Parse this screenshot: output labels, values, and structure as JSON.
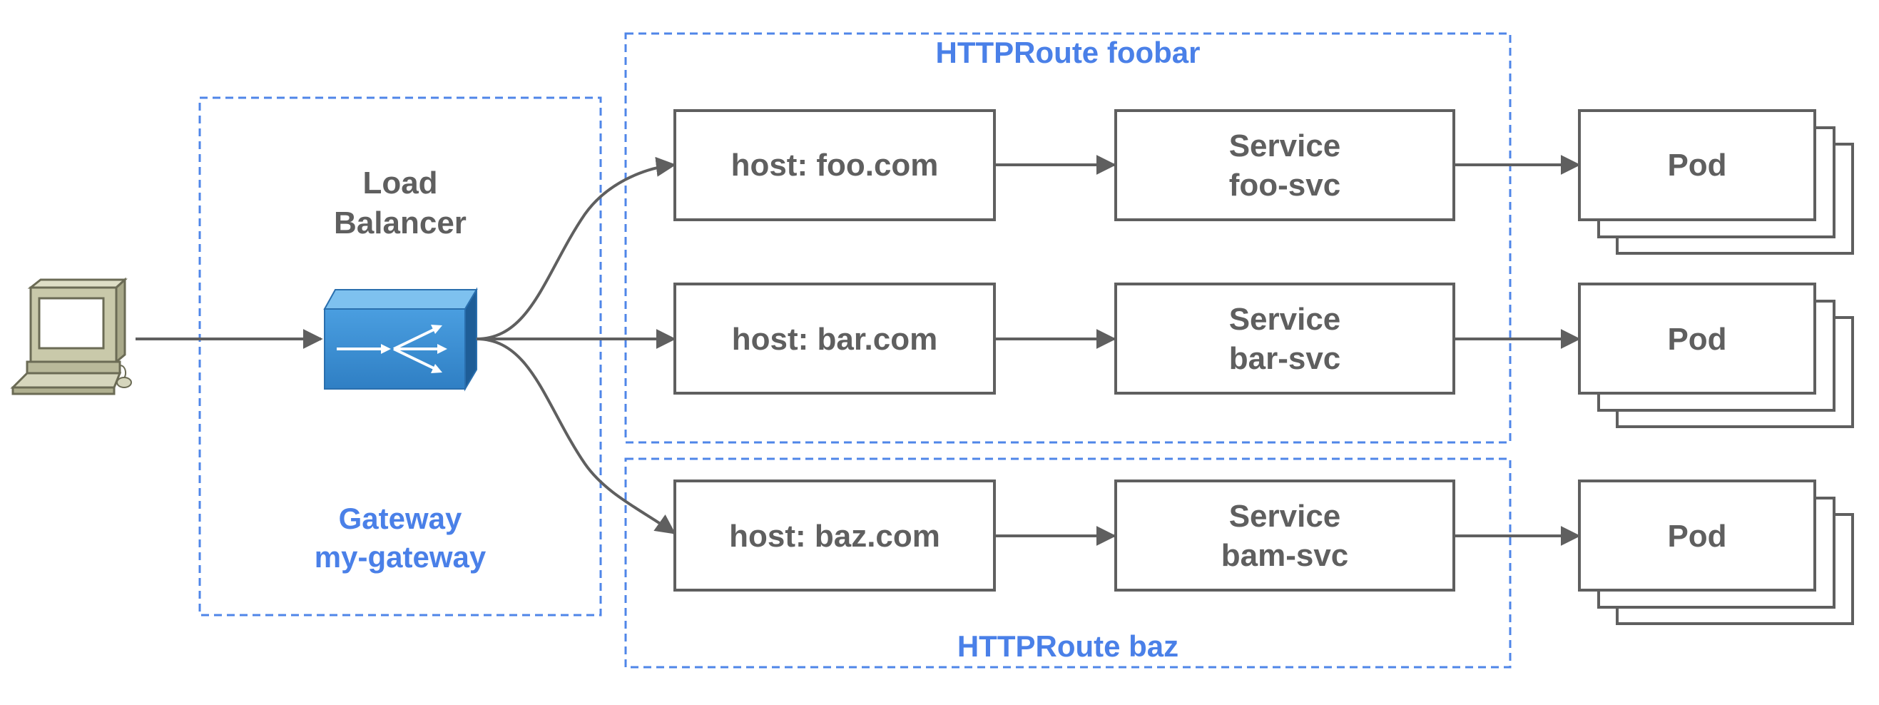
{
  "colors": {
    "route_border": "#4f86e8",
    "route_label": "#4a80e8",
    "box_stroke": "#5f5f5f",
    "text": "#5f5f5f",
    "load_balancer_fill": "#3b8fd4"
  },
  "icons": {
    "client": "computer-icon",
    "load_balancer": "load-balancer-icon"
  },
  "gateway": {
    "title_line1": "Load",
    "title_line2": "Balancer",
    "label_line1": "Gateway",
    "label_line2": "my-gateway"
  },
  "routes": {
    "foobar_label": "HTTPRoute foobar",
    "baz_label": "HTTPRoute baz"
  },
  "rows": [
    {
      "host": "host: foo.com",
      "service_line1": "Service",
      "service_line2": "foo-svc",
      "pod": "Pod"
    },
    {
      "host": "host: bar.com",
      "service_line1": "Service",
      "service_line2": "bar-svc",
      "pod": "Pod"
    },
    {
      "host": "host: baz.com",
      "service_line1": "Service",
      "service_line2": "bam-svc",
      "pod": "Pod"
    }
  ]
}
